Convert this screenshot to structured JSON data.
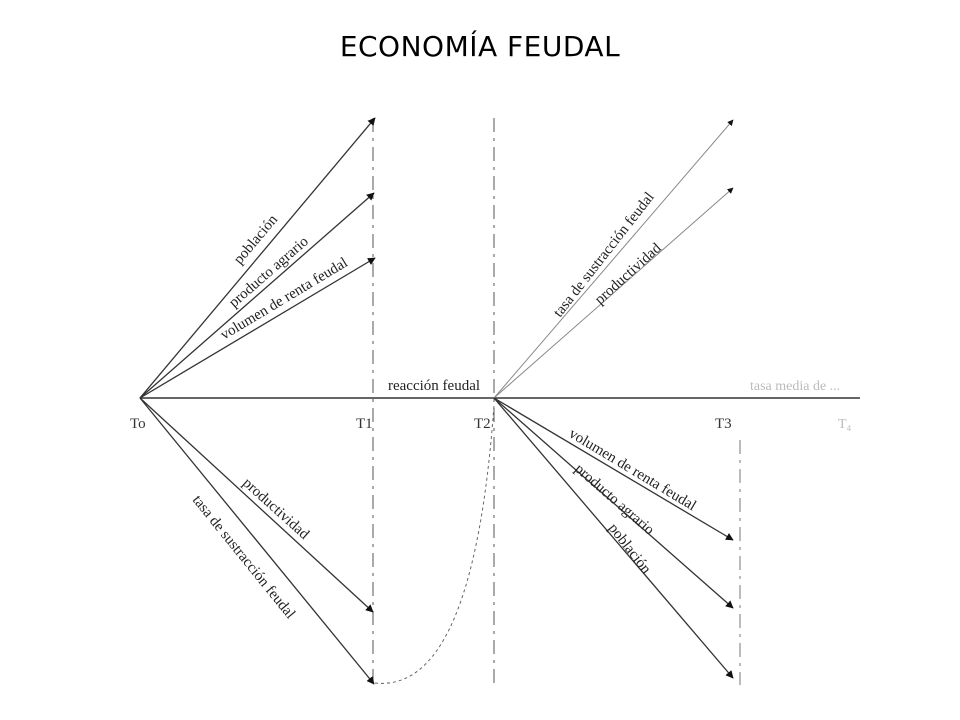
{
  "slide": {
    "title": "ECONOMÍA FEUDAL"
  },
  "diagram": {
    "time_marks": [
      "To",
      "T1",
      "T2",
      "T3",
      "T4"
    ],
    "time_mark_display": {
      "T4": "T₄"
    },
    "center_label": "reacción feudal",
    "faint_axis_label": "tasa media de ...",
    "phase1_rising": [
      "población",
      "producto agrario",
      "volumen de renta feudal"
    ],
    "phase1_falling": [
      "productividad",
      "tasa de sustracción feudal"
    ],
    "phase2_rising": [
      "tasa de sustracción feudal",
      "productividad"
    ],
    "phase2_falling": [
      "volumen de renta feudal",
      "producto agrario",
      "población"
    ]
  },
  "colors": {
    "line": "#333333",
    "dashed": "#555555",
    "faint": "#bbbbbb"
  }
}
